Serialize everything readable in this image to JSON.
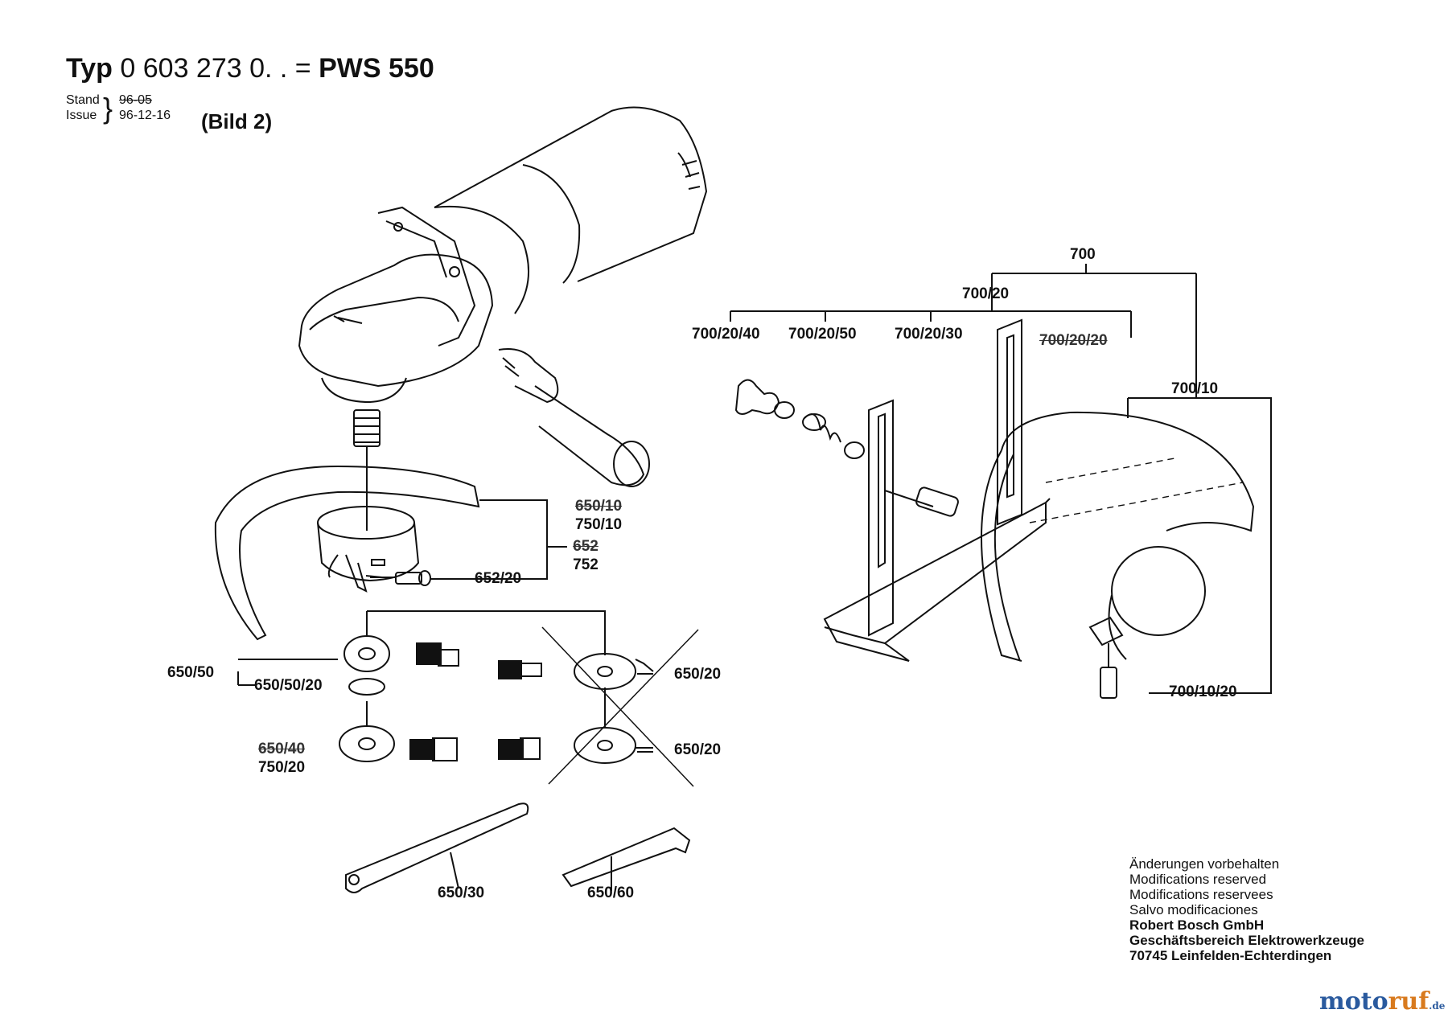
{
  "header": {
    "typ_label": "Typ",
    "typ_number": "0 603 273 0. . =",
    "model": "PWS 550",
    "stand_label": "Stand",
    "issue_label": "Issue",
    "stand_date_old": "96-05",
    "issue_date": "96-12-16",
    "bild": "(Bild 2)"
  },
  "parts": {
    "p700": "700",
    "p700_20": "700/20",
    "p700_20_40": "700/20/40",
    "p700_20_50": "700/20/50",
    "p700_20_30": "700/20/30",
    "p700_20_20_obsolete": "700/20/20",
    "p700_10": "700/10",
    "p700_10_20": "700/10/20",
    "p650_obsolete": "650/10",
    "p750_10": "750/10",
    "p652_obsolete": "652",
    "p752": "752",
    "p652_20": "652/20",
    "p650_50": "650/50",
    "p650_50_20": "650/50/20",
    "p650_20_upper": "650/20",
    "p650_20_lower": "650/20",
    "p650_40_obsolete": "650/40",
    "p750_20": "750/20",
    "p650_30": "650/30",
    "p650_60": "650/60"
  },
  "footer": {
    "line1": "Änderungen vorbehalten",
    "line2": "Modifications reserved",
    "line3": "Modifications reservees",
    "line4": "Salvo modificaciones",
    "company": "Robert Bosch GmbH",
    "division": "Geschäftsbereich Elektrowerkzeuge",
    "address": "70745 Leinfelden-Echterdingen"
  },
  "watermark": {
    "moto": "moto",
    "ruf": "ruf",
    "tld": ".de"
  }
}
